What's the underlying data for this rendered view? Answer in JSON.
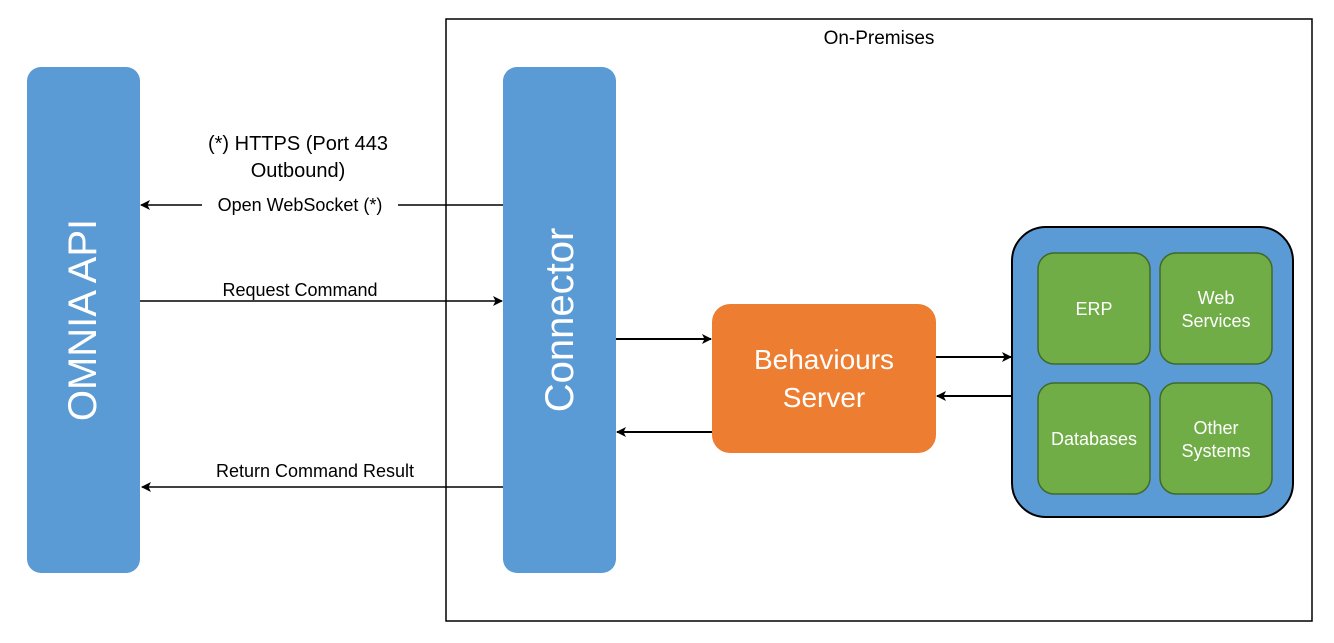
{
  "on_premises_label": "On-Premises",
  "omnia_api": {
    "label": "OMNIA API"
  },
  "connector": {
    "label": "Connector"
  },
  "behaviours_server": {
    "line1": "Behaviours",
    "line2": "Server"
  },
  "systems": {
    "erp": {
      "line1": "ERP"
    },
    "web_services": {
      "line1": "Web",
      "line2": "Services"
    },
    "databases": {
      "line1": "Databases"
    },
    "other_systems": {
      "line1": "Other",
      "line2": "Systems"
    }
  },
  "edges": {
    "https_note_line1": "(*) HTTPS (Port 443",
    "https_note_line2": "Outbound)",
    "open_websocket": "Open WebSocket (*)",
    "request_command": "Request Command",
    "return_command_result": "Return Command Result"
  },
  "colors": {
    "blue": "#5b9bd5",
    "orange": "#ed7d31",
    "green": "#70ad47",
    "outline": "#000000"
  }
}
